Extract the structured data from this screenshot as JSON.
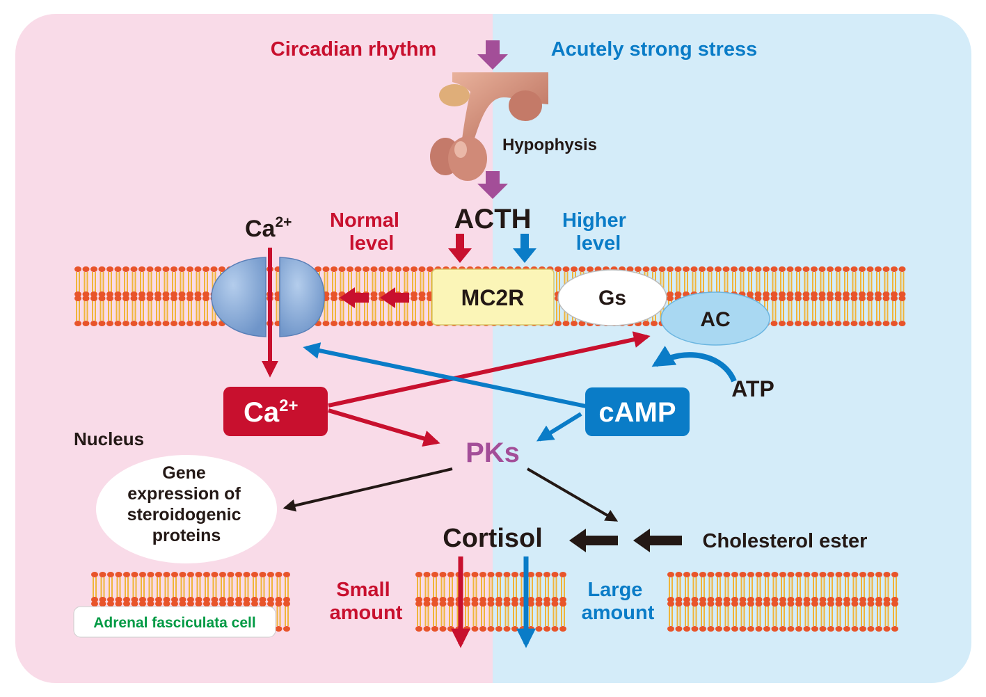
{
  "colors": {
    "left_bg": "#f9dbe8",
    "right_bg": "#d4ecf9",
    "red": "#c8102e",
    "blue": "#0a7cc7",
    "purple": "#a34e98",
    "green": "#009a44",
    "membrane_head": "#e8542a",
    "membrane_tail": "#f0b53a",
    "mc2r_fill": "#fbf5b7",
    "ac_fill": "#a9d8f2",
    "channel_fill": "#8fb2dc"
  },
  "labels": {
    "circadian": "Circadian rhythm",
    "stress": "Acutely strong stress",
    "hypophysis": "Hypophysis",
    "acth": "ACTH",
    "normal_level_1": "Normal",
    "normal_level_2": "level",
    "higher_level_1": "Higher",
    "higher_level_2": "level",
    "ca_top_base": "Ca",
    "ca_top_sup": "2+",
    "mc2r": "MC2R",
    "gs": "Gs",
    "ac": "AC",
    "atp": "ATP",
    "camp": "cAMP",
    "ca_box_base": "Ca",
    "ca_box_sup": "2+",
    "pks": "PKs",
    "nucleus": "Nucleus",
    "gene_1": "Gene",
    "gene_2": "expression of",
    "gene_3": "steroidogenic",
    "gene_4": "proteins",
    "cortisol": "Cortisol",
    "cholesterol": "Cholesterol ester",
    "small_1": "Small",
    "small_2": "amount",
    "large_1": "Large",
    "large_2": "amount",
    "cell": "Adrenal fasciculata cell"
  }
}
